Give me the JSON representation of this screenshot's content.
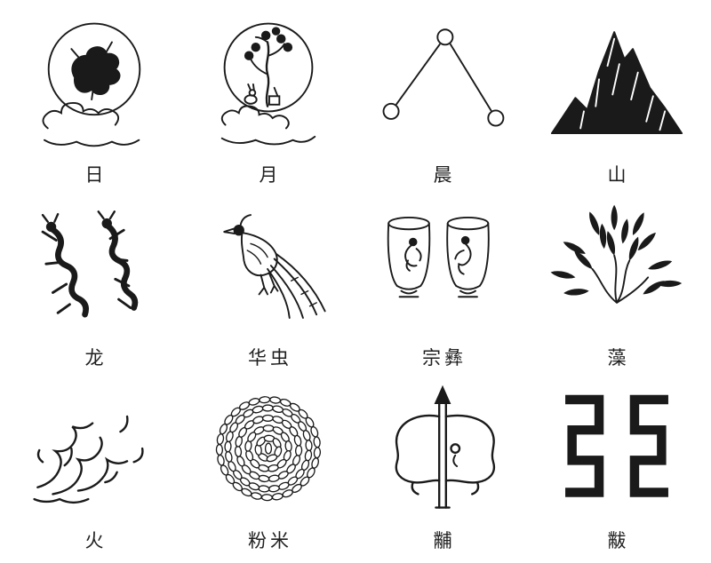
{
  "page": {
    "background": "#ffffff",
    "ink_color": "#1a1a1a",
    "label_color": "#1f1f1f",
    "description": "Twelve Ornaments symbol chart"
  },
  "grid": {
    "columns": 4,
    "rows": 3,
    "items": [
      {
        "id": "sun",
        "label": "日",
        "icon": "sun-symbol"
      },
      {
        "id": "moon",
        "label": "月",
        "icon": "moon-symbol"
      },
      {
        "id": "stars",
        "label": "晨",
        "icon": "stars-symbol"
      },
      {
        "id": "mountain",
        "label": "山",
        "icon": "mountain-symbol"
      },
      {
        "id": "dragon",
        "label": "龙",
        "icon": "dragon-symbol"
      },
      {
        "id": "pheasant",
        "label": "华虫",
        "icon": "pheasant-symbol"
      },
      {
        "id": "ritual-cups",
        "label": "宗彝",
        "icon": "ritual-cups-symbol"
      },
      {
        "id": "algae",
        "label": "藻",
        "icon": "algae-symbol"
      },
      {
        "id": "fire",
        "label": "火",
        "icon": "fire-symbol"
      },
      {
        "id": "rice-grains",
        "label": "粉米",
        "icon": "rice-grains-symbol"
      },
      {
        "id": "axe",
        "label": "黼",
        "icon": "axe-symbol"
      },
      {
        "id": "fu-pattern",
        "label": "黻",
        "icon": "fu-pattern-symbol"
      }
    ]
  }
}
